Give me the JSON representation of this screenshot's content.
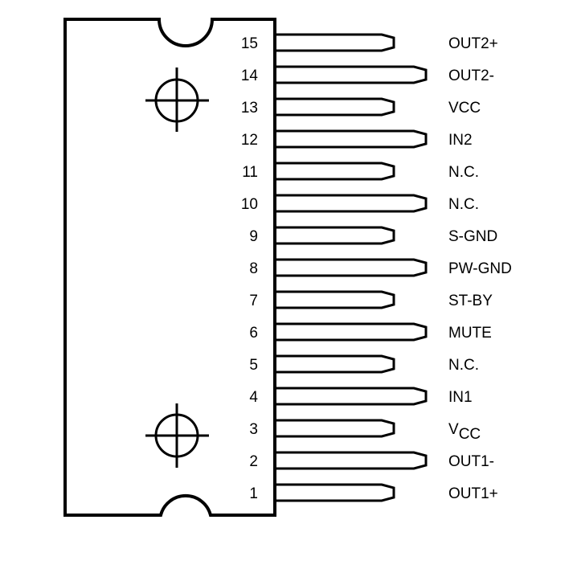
{
  "diagram": {
    "type": "ic-pinout",
    "pins": [
      {
        "number": "15",
        "label": "OUT2+",
        "long": false
      },
      {
        "number": "14",
        "label": "OUT2-",
        "long": true
      },
      {
        "number": "13",
        "label": "VCC",
        "long": false
      },
      {
        "number": "12",
        "label": "IN2",
        "long": true
      },
      {
        "number": "11",
        "label": "N.C.",
        "long": false
      },
      {
        "number": "10",
        "label": "N.C.",
        "long": true
      },
      {
        "number": "9",
        "label": "S-GND",
        "long": false
      },
      {
        "number": "8",
        "label": "PW-GND",
        "long": true
      },
      {
        "number": "7",
        "label": "ST-BY",
        "long": false
      },
      {
        "number": "6",
        "label": "MUTE",
        "long": true
      },
      {
        "number": "5",
        "label": "N.C.",
        "long": false
      },
      {
        "number": "4",
        "label": "IN1",
        "long": true
      },
      {
        "number": "3",
        "label": "V",
        "sub": "CC",
        "long": false
      },
      {
        "number": "2",
        "label": "OUT1-",
        "long": true
      },
      {
        "number": "1",
        "label": "OUT1+",
        "long": false
      }
    ]
  }
}
